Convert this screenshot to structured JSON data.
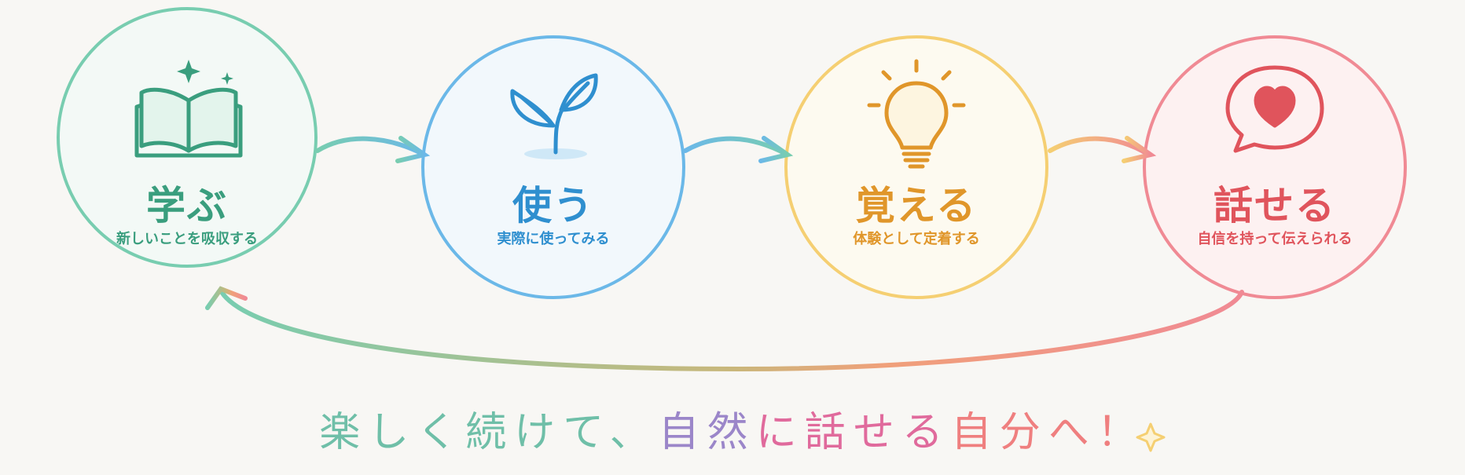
{
  "steps": [
    {
      "title": "学ぶ",
      "subtitle": "新しいことを吸収する",
      "color": "#3a9e7e",
      "icon": "open-book-icon"
    },
    {
      "title": "使う",
      "subtitle": "実際に使ってみる",
      "color": "#2f8fcf",
      "icon": "sprout-icon"
    },
    {
      "title": "覚える",
      "subtitle": "体験として定着する",
      "color": "#e0962a",
      "icon": "lightbulb-icon"
    },
    {
      "title": "話せる",
      "subtitle": "自信を持って伝えられる",
      "color": "#e0545c",
      "icon": "heart-speech-bubble-icon"
    }
  ],
  "tagline": {
    "parts": [
      {
        "text": "楽しく続けて、",
        "color": "#6fbfa8"
      },
      {
        "text": "自然",
        "color": "#9b86c9"
      },
      {
        "text": "に話せる",
        "color": "#e06a9c"
      },
      {
        "text": "自分へ！",
        "color": "#ef7f7f"
      }
    ],
    "sparkle_icon": "sparkle-icon"
  },
  "colors": {
    "green": "#78cdb0",
    "blue": "#6bb8e8",
    "yellow": "#f5cf72",
    "red": "#f08a94"
  }
}
